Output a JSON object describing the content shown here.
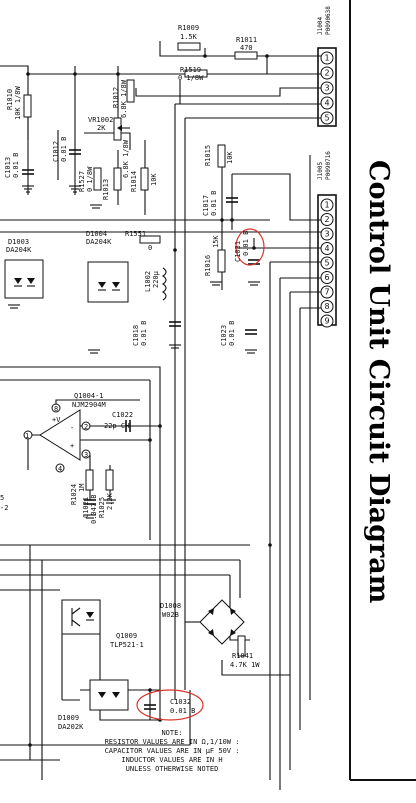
{
  "title": "Control Unit Circuit Diagram",
  "connectors": {
    "j1004": {
      "ref": "J1004",
      "part": "P0090638",
      "pins": [
        "1",
        "2",
        "3",
        "4",
        "5"
      ]
    },
    "j1005": {
      "ref": "J1005",
      "part": "P0090716",
      "pins": [
        "1",
        "2",
        "3",
        "4",
        "5",
        "6",
        "7",
        "8",
        "9"
      ]
    }
  },
  "components": {
    "r1009": {
      "ref": "R1009",
      "value": "1.5K"
    },
    "r1011": {
      "ref": "R1011",
      "value": "470"
    },
    "r1519": {
      "ref": "R1519",
      "value": "0 1/8W"
    },
    "r1010": {
      "ref": "R1010",
      "value": "10K 1/8W"
    },
    "r1012": {
      "ref": "R1012",
      "value": "6.8K 1/8W"
    },
    "vr1002": {
      "ref": "VR1002",
      "value": "2K"
    },
    "c1013": {
      "ref": "C1013",
      "value": "0.01 B"
    },
    "c1012": {
      "ref": "C1012",
      "value": "0.01 B"
    },
    "r1527": {
      "ref": "R1527",
      "value": "0 1/8W"
    },
    "r1013": {
      "ref": "R1013",
      "value": "6.8K 1/8W"
    },
    "r1014": {
      "ref": "R1014",
      "value": "10K"
    },
    "r1015": {
      "ref": "R1015",
      "value": "10K"
    },
    "c1017": {
      "ref": "C1017",
      "value": "0.01 B"
    },
    "d1003": {
      "ref": "D1003",
      "value": "DA204K"
    },
    "d1004": {
      "ref": "D1004",
      "value": "DA204K"
    },
    "r1551": {
      "ref": "R1551",
      "value": "0"
    },
    "l1002": {
      "ref": "L1002",
      "value": "220μ"
    },
    "r1016": {
      "ref": "R1016",
      "value": "15K"
    },
    "c1031": {
      "ref": "C1031",
      "value": "0.01 B"
    },
    "c1018": {
      "ref": "C1018",
      "value": "0.01 B"
    },
    "c1023": {
      "ref": "C1023",
      "value": "0.01 B"
    },
    "q1004": {
      "ref": "Q1004-1",
      "value": "NJM2904M"
    },
    "c1022": {
      "ref": "C1022",
      "value": "22p CH"
    },
    "r1024": {
      "ref": "R1024",
      "value": "1M"
    },
    "c1021": {
      "ref": "C1021",
      "value": "0.047 B"
    },
    "r1025": {
      "ref": "R1025",
      "value": "2.2K"
    },
    "d1008": {
      "ref": "D1008",
      "value": "W02B"
    },
    "q1009": {
      "ref": "Q1009",
      "value": "TLP521-1"
    },
    "r1041": {
      "ref": "R1041",
      "value": "4.7K 1W"
    },
    "c1032": {
      "ref": "C1032",
      "value": "0.01 B"
    },
    "d1009": {
      "ref": "D1009",
      "value": "DA202K"
    }
  },
  "opamp_pins": {
    "p1": "1",
    "p2": "2",
    "p3": "3",
    "p4": "4",
    "p8": "8",
    "plus_v": "+V",
    "minus": "-",
    "plus": "+"
  },
  "edge_fragments": {
    "f1": "5",
    "f2": "-2"
  },
  "note": {
    "heading": "NOTE:",
    "lines": [
      "RESISTOR  VALUES ARE IN Ω,1/10W :",
      "CAPACITOR VALUES ARE IN μF  50V :",
      "INDUCTOR  VALUES ARE IN H",
      "UNLESS OTHERWISE NOTED"
    ]
  }
}
